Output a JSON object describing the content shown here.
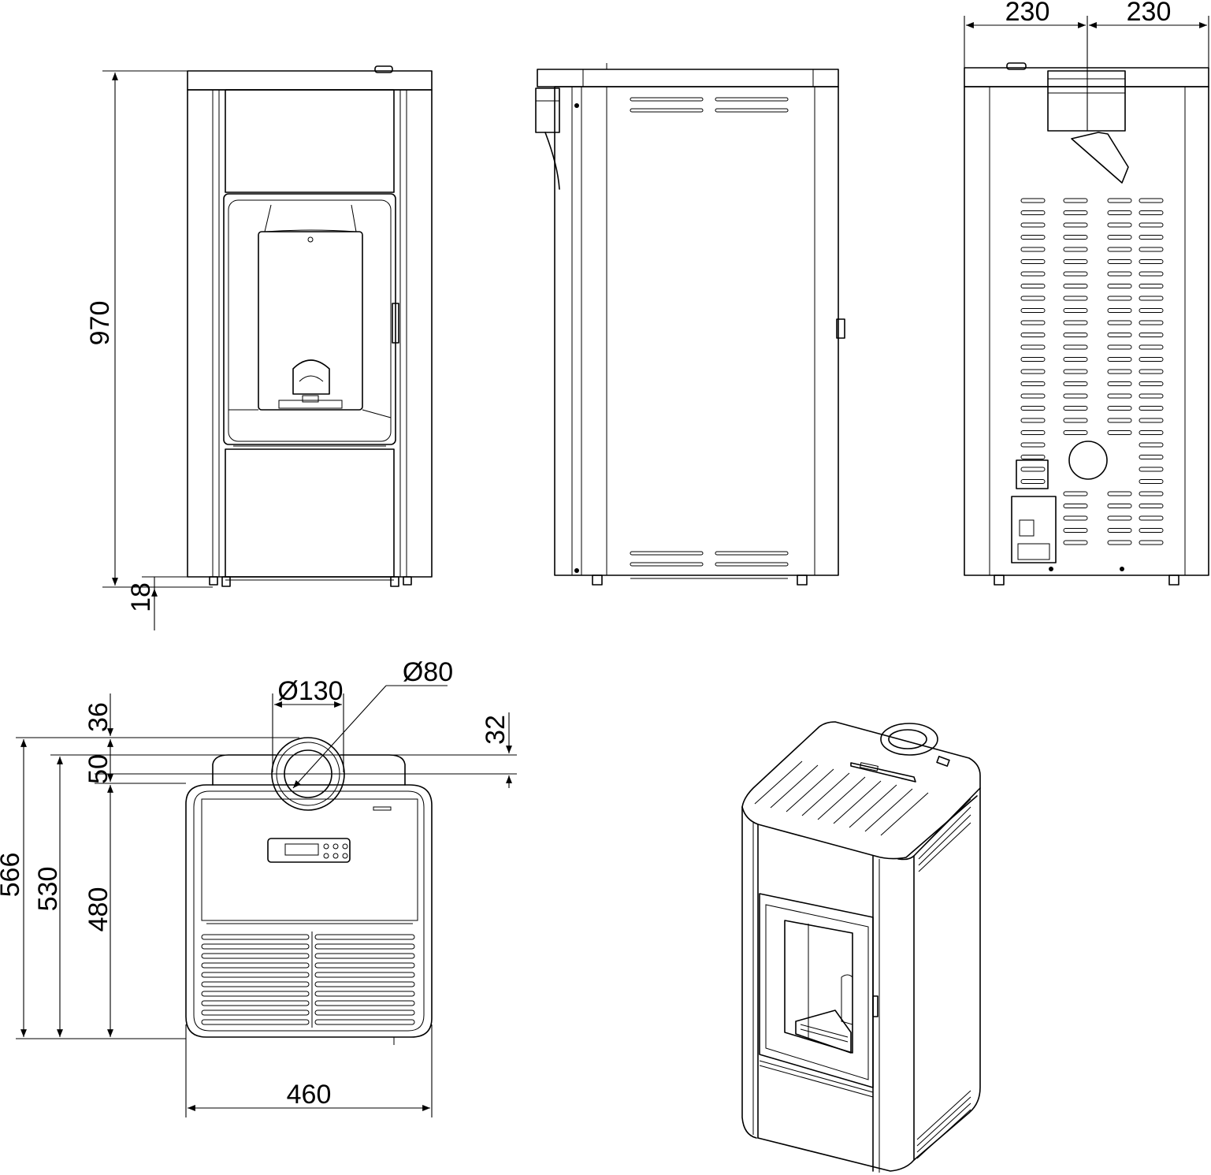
{
  "dimensions": {
    "front_height": "970",
    "front_feet": "18",
    "rear_left_half": "230",
    "rear_right_half": "230",
    "plan_flue_diameter": "Ø130",
    "plan_air_diameter": "Ø80",
    "plan_offset_36": "36",
    "plan_offset_32": "32",
    "plan_offset_50": "50",
    "plan_depth_566": "566",
    "plan_depth_530": "530",
    "plan_depth_480": "480",
    "plan_width": "460"
  }
}
